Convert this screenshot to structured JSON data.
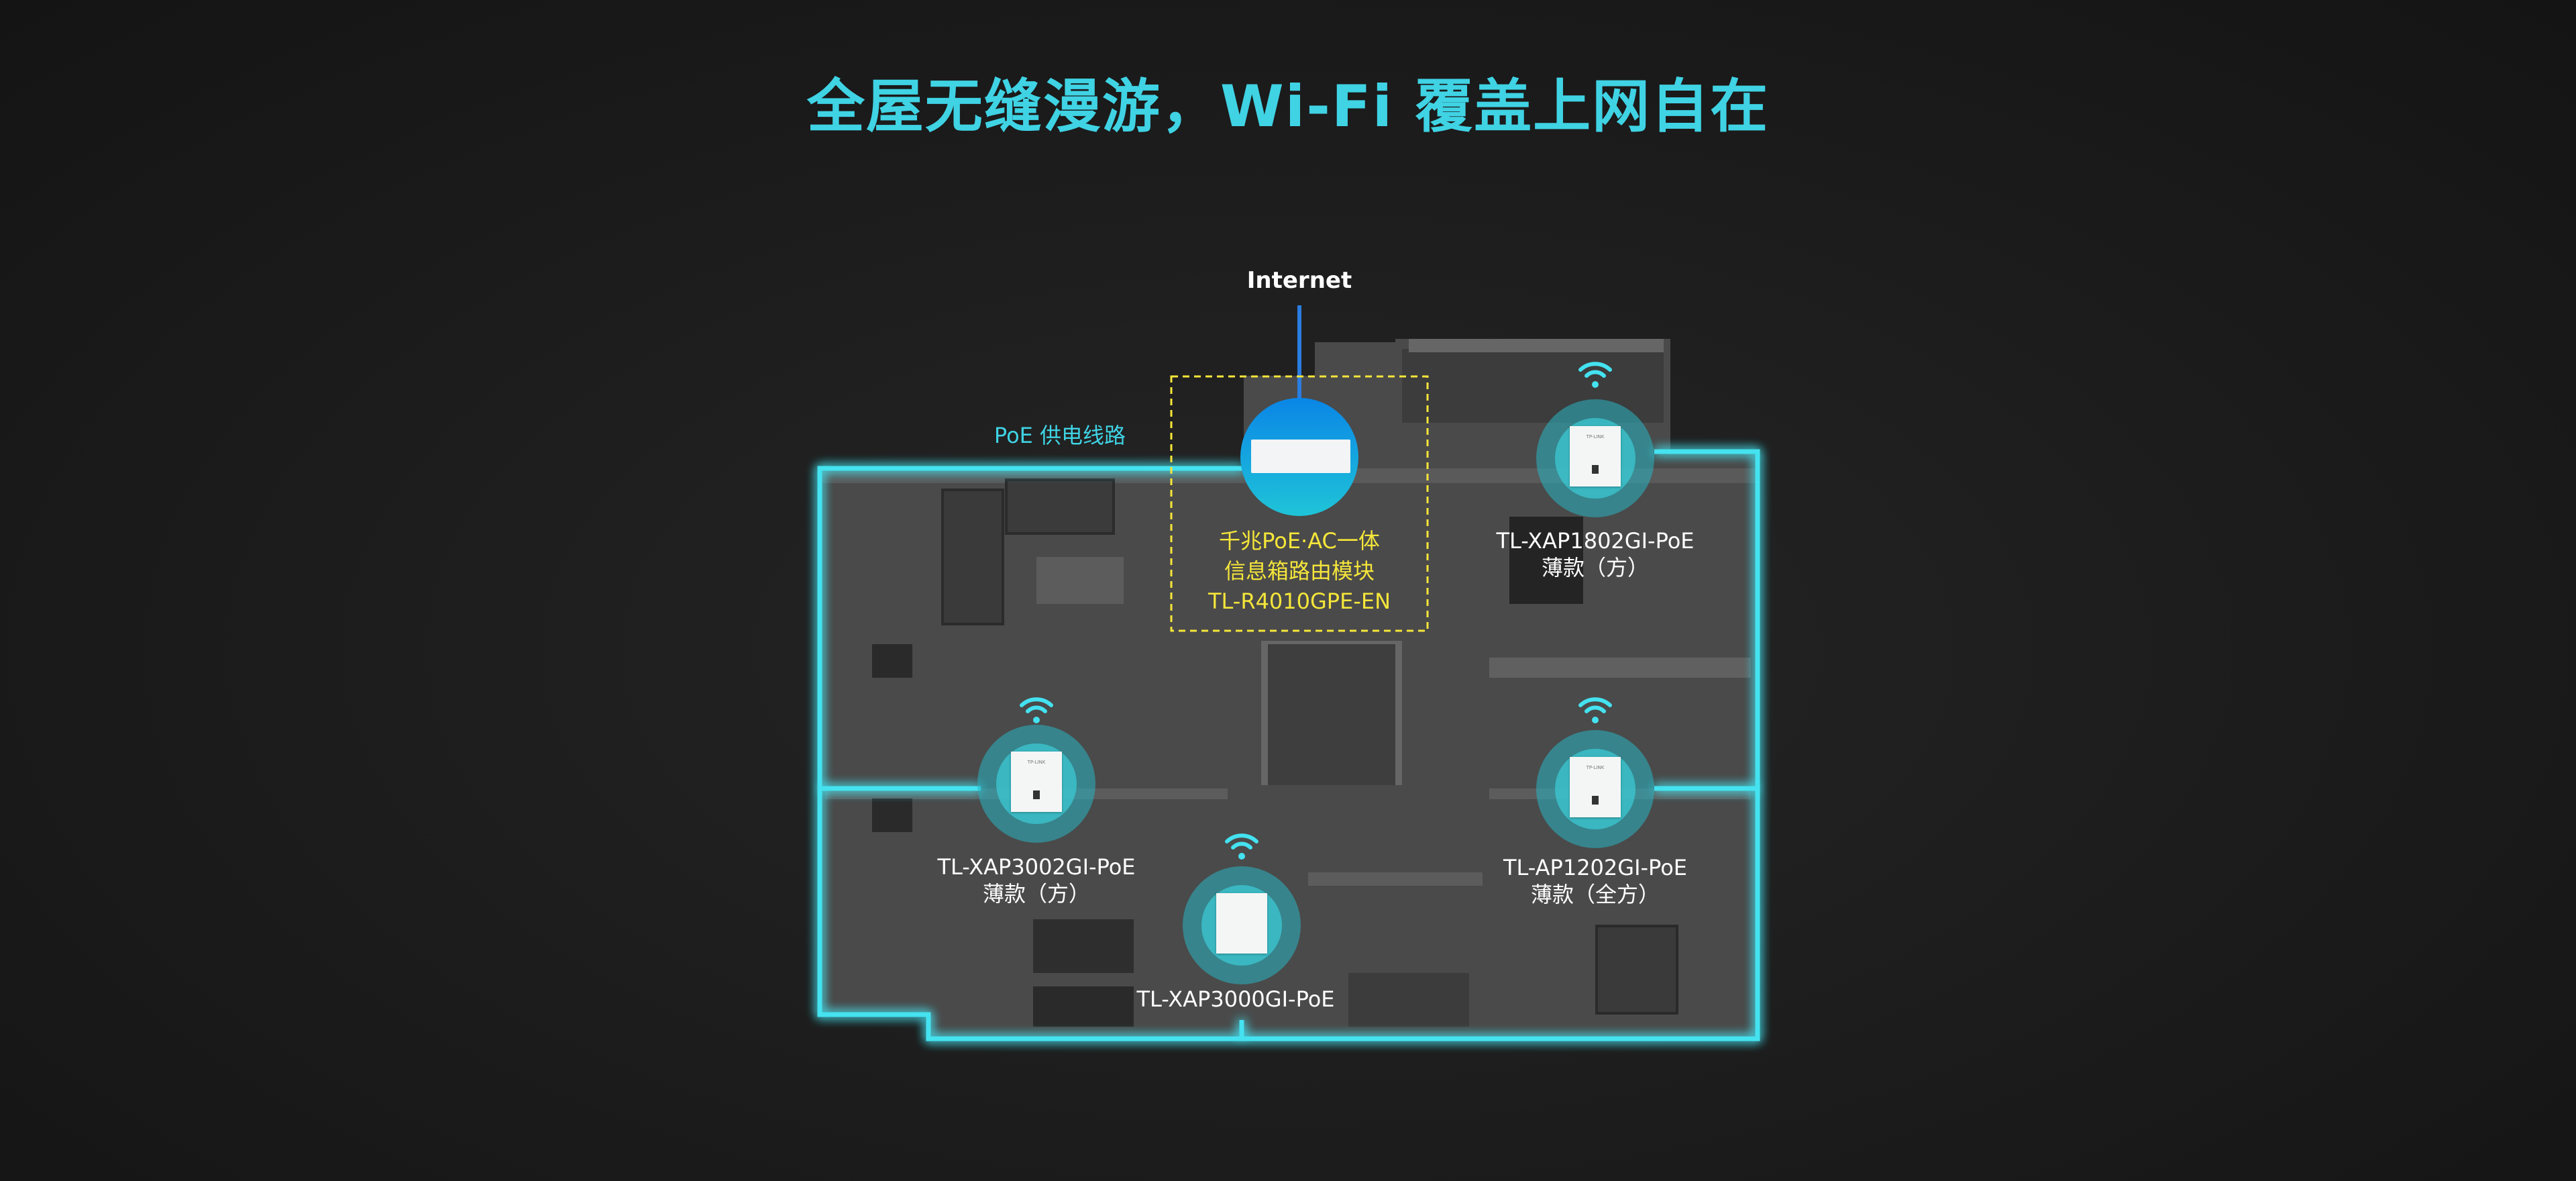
{
  "title": "全屋无缝漫游，Wi-Fi 覆盖上网自在",
  "internet_label": "Internet",
  "poe_label": "PoE 供电线路",
  "router": {
    "lines": [
      "千兆PoE·AC一体",
      "信息箱路由模块",
      "TL-R4010GPE-EN"
    ]
  },
  "access_points": [
    {
      "model": "TL-XAP1802GI-PoE",
      "variant": "薄款（方）"
    },
    {
      "model": "TL-XAP3002GI-PoE",
      "variant": "薄款（方）"
    },
    {
      "model": "TL-AP1202GI-PoE",
      "variant": "薄款（全方）"
    },
    {
      "model": "TL-XAP3000GI-PoE"
    }
  ],
  "device_brand": "TP-LINK",
  "colors": {
    "accent": "#3fd3e4",
    "router_label": "#f5e63a",
    "internet_line": "#2a7de0",
    "floor": "#4b4b4b"
  }
}
